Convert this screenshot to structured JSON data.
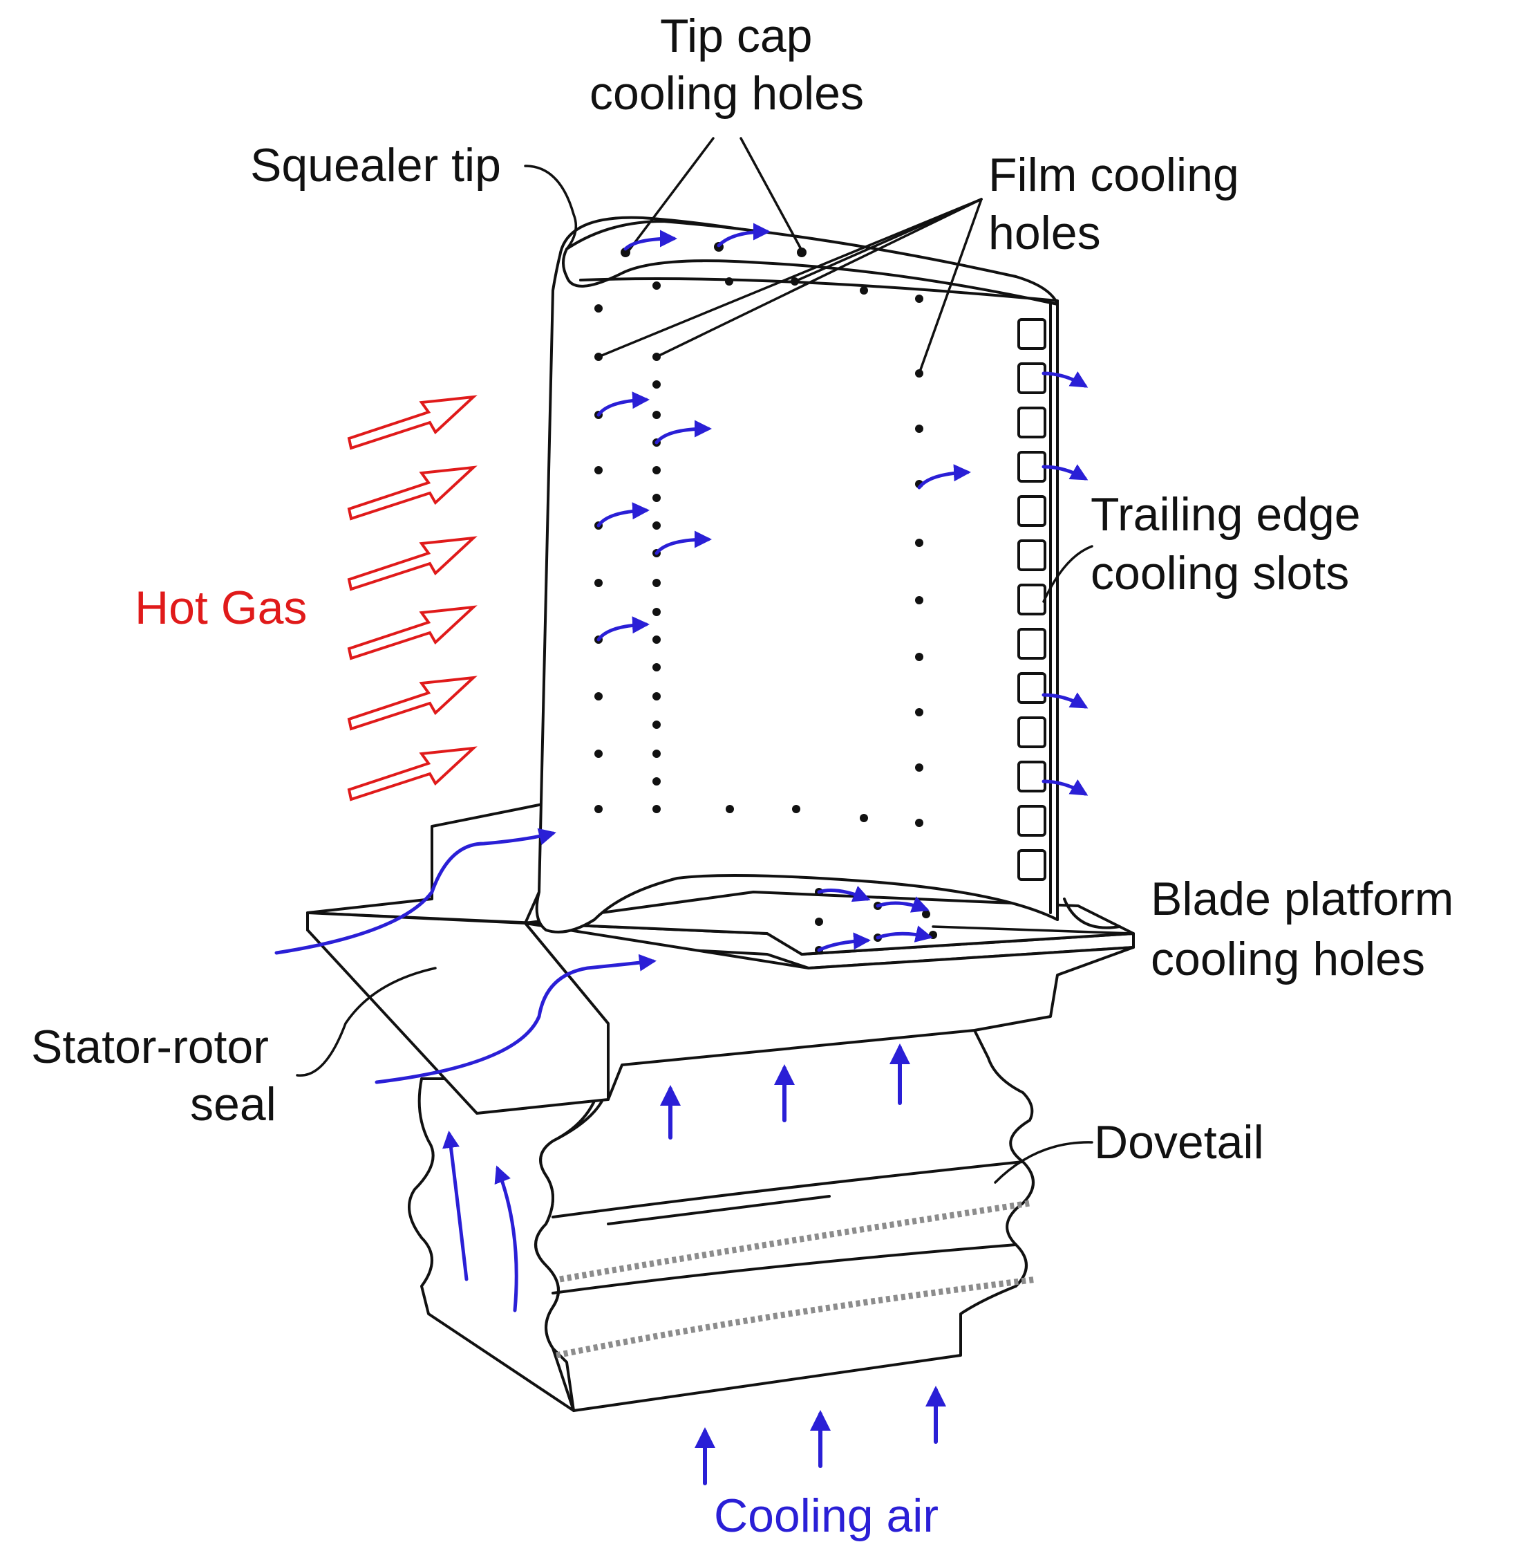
{
  "labels": {
    "tip_cap": [
      "Tip cap",
      "cooling holes"
    ],
    "squealer_tip": "Squealer tip",
    "film_cooling": [
      "Film cooling",
      "holes"
    ],
    "hot_gas": "Hot Gas",
    "trailing_edge": [
      "Trailing edge",
      "cooling slots"
    ],
    "blade_platform": [
      "Blade platform",
      "cooling holes"
    ],
    "stator_rotor": [
      "Stator-rotor",
      "seal"
    ],
    "dovetail": "Dovetail",
    "cooling_air": "Cooling air"
  },
  "colors": {
    "hot_gas": "#e01a1a",
    "cooling_air": "#2a1fd6",
    "outline": "#111111"
  }
}
